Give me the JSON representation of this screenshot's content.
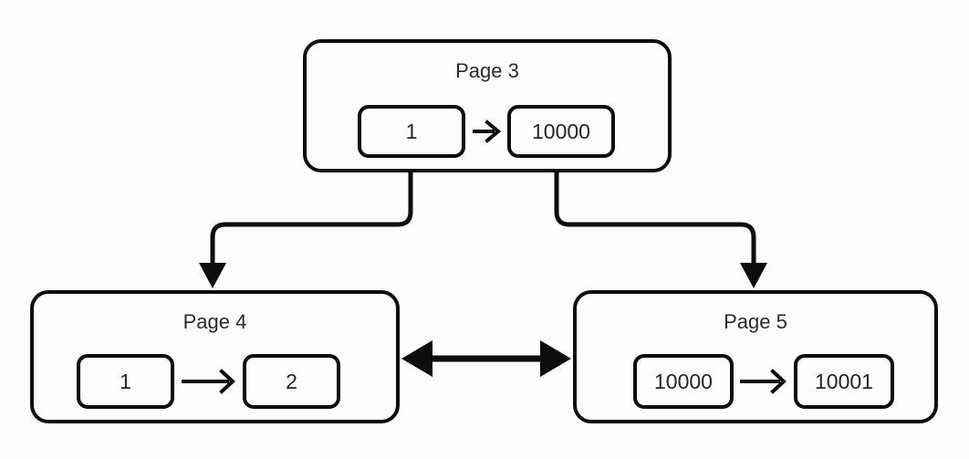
{
  "diagram": {
    "type": "btree-page-structure",
    "background_color": "#fcfcfc",
    "stroke_color": "#0d0d0d",
    "text_color": "#262626",
    "nodes": [
      {
        "id": "page3",
        "title": "Page 3",
        "role": "root",
        "cells": [
          "1",
          "10000"
        ],
        "cell_arrow": "arrow-right-icon"
      },
      {
        "id": "page4",
        "title": "Page 4",
        "role": "leaf-left",
        "cells": [
          "1",
          "2"
        ],
        "cell_arrow": "arrow-right-icon"
      },
      {
        "id": "page5",
        "title": "Page 5",
        "role": "leaf-right",
        "cells": [
          "10000",
          "10001"
        ],
        "cell_arrow": "arrow-right-icon"
      }
    ],
    "edges": [
      {
        "id": "page3-cell0-to-page4",
        "from": "page3.cell.1",
        "to": "page4",
        "style": "elbow-rounded",
        "arrowhead": "end"
      },
      {
        "id": "page3-cell1-to-page5",
        "from": "page3.cell.10000",
        "to": "page5",
        "style": "elbow-rounded",
        "arrowhead": "end"
      },
      {
        "id": "page4-page5-sibling-link",
        "from": "page4",
        "to": "page5",
        "style": "straight-bold",
        "arrowhead": "both"
      }
    ]
  }
}
